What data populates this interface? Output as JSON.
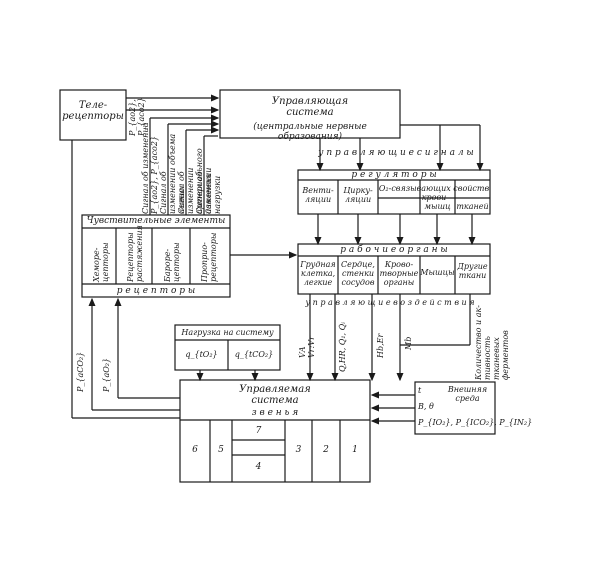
{
  "tele": "Теле-\nрецепторы",
  "tele_out": "P_{ao2}, P_{aco2}",
  "control": {
    "title": "Управляющая\nсистема",
    "subtitle": "(центральные нервные образования)"
  },
  "signals": [
    "Сигнал об изменении P_{ao2}, P_{aco2}",
    "Сигнал об изменении объема легких",
    "Сигнал об изменении артериального давления",
    "Сигнал об изменении нагрузки"
  ],
  "upr_signals": "у п р а в л я ю щ и е  с и г н а л ы",
  "regulators": {
    "title": "р е г у л я т о р ы",
    "cells": [
      "Венти-\nляции",
      "Цирку-\nляции",
      "O₂-связывающих свойств\nкрови",
      "мышц",
      "тканей"
    ]
  },
  "sensitive": {
    "title": "Чувствительные элементы",
    "cells": [
      "Хеморе-\nцепторы",
      "Рецепторы\nрастяжения",
      "Барорe-\nцепторы",
      "Проприо-\nрецепторы"
    ],
    "bottom": "р е ц е п т о р ы"
  },
  "working": {
    "title": "р а б о ч и е   о р г а н ы",
    "cells": [
      "Грудная\nклетка,\nлегкие",
      "Сердце,\nстенки\nсосудов",
      "Крово-\nтворные\nорганы",
      "Мышцы",
      "Другие\nткани"
    ]
  },
  "upr_impacts": "у п р а в л я ю щ и е  в о з д е й с т в и я",
  "impacts": [
    "V̇A\nVr:Vr",
    "Q,HR, Q̇₁, Q̇ᵢ",
    "Hb,Er",
    "Mb",
    "Количество и ак-\nтивность тканевых ферментов"
  ],
  "load": {
    "title": "Нагрузка на систему",
    "cells": [
      "q_{tO₂}",
      "q_{tCO₂}"
    ]
  },
  "controlled": {
    "title": "Управляемая\nсистема",
    "links": "з в е н ь я",
    "cells": [
      "6",
      "5",
      "7",
      "4",
      "3",
      "2",
      "1"
    ]
  },
  "env": {
    "title": "Внешняя\nсреда",
    "params": [
      "t",
      "B, θ",
      "P_{IO₂}, P_{ICO₂}, P_{IN₂}"
    ]
  },
  "feedback": [
    "P_{aCO₂}",
    "P_{aO₂}"
  ]
}
